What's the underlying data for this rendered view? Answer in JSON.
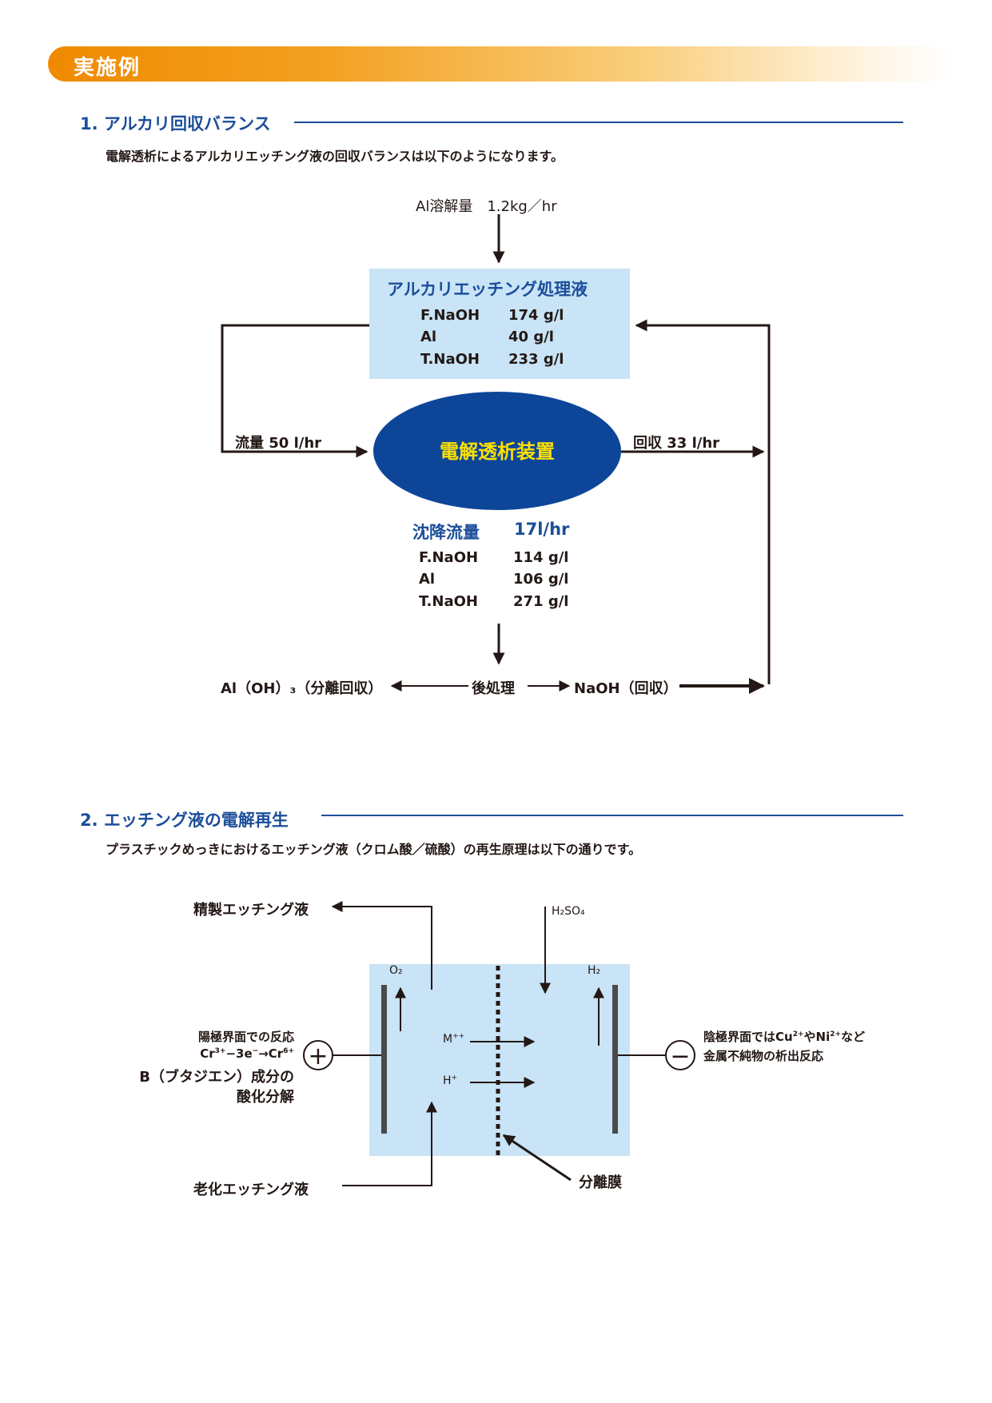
{
  "header": {
    "title": "実施例"
  },
  "section1": {
    "title": "1. アルカリ回収バランス",
    "intro": "電解透析によるアルカリエッチング液の回収バランスは以下のようになります。",
    "al_input": "Al溶解量　1.2kg／hr",
    "treatment_box": {
      "title": "アルカリエッチング処理液",
      "rows": [
        {
          "name": "F.NaOH",
          "value": "174 g/l"
        },
        {
          "name": "Al",
          "value": "40 g/l"
        },
        {
          "name": "T.NaOH",
          "value": "233 g/l"
        }
      ]
    },
    "device": "電解透析装置",
    "flow_in": "流量 50 l/hr",
    "flow_recovery": "回収 33 l/hr",
    "settle": {
      "title": "沈降流量",
      "amount": "17l/hr",
      "rows": [
        {
          "name": "F.NaOH",
          "value": "114 g/l"
        },
        {
          "name": "Al",
          "value": "106 g/l"
        },
        {
          "name": "T.NaOH",
          "value": "271 g/l"
        }
      ]
    },
    "post_left": "Al（OH）₃（分離回収）",
    "post_center": "後処理",
    "post_right": "NaOH（回収）"
  },
  "section2": {
    "title": "2. エッチング液の電解再生",
    "intro": "プラスチックめっきにおけるエッチング液（クロム酸／硫酸）の再生原理は以下の通りです。",
    "refined": "精製エッチング液",
    "h2so4": "H₂SO₄",
    "o2": "O₂",
    "h2": "H₂",
    "mpp": "M",
    "mpp_sup": "++",
    "hp": "H",
    "hp_sup": "+",
    "anode_title": "陽極界面での反応",
    "anode_reaction": {
      "a": "Cr",
      "a_sup": "3+",
      "b": "−3e",
      "b_sup": "−",
      "c": "→Cr",
      "c_sup": "6+"
    },
    "anode_line3": "B（ブタジエン）成分の",
    "anode_line4": "酸化分解",
    "plus_symbol": "+",
    "minus_symbol": "−",
    "cathode_line1": {
      "a": "陰極界面ではCu",
      "a_sup": "2+",
      "b": "やNi",
      "b_sup": "2+",
      "c": "など"
    },
    "cathode_line2": "金属不純物の析出反応",
    "aged": "老化エッチング液",
    "membrane": "分離膜"
  }
}
